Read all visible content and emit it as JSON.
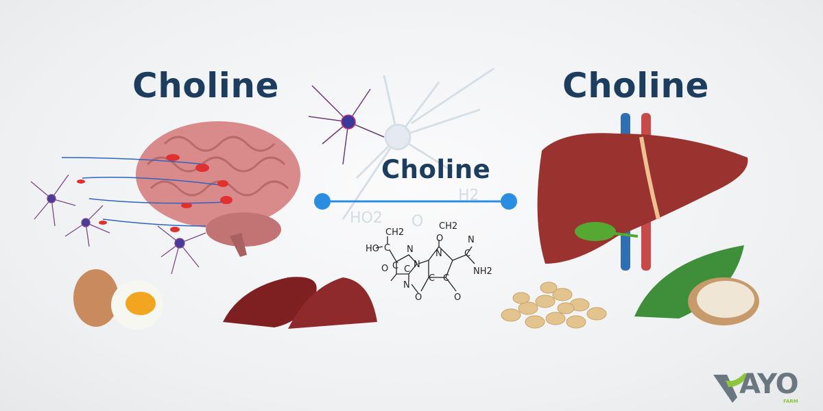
{
  "titles": {
    "left": "Choline",
    "right": "Choline",
    "middle": "Choline"
  },
  "molecule": {
    "ghost_labels": [
      "HO2",
      "O",
      "H2"
    ],
    "labels": [
      "CH2",
      "HO",
      "C",
      "N",
      "N",
      "O",
      "C",
      "C",
      "N",
      "O",
      "CH2",
      "O",
      "N",
      "N",
      "C",
      "NH2",
      "C",
      "C",
      "O"
    ]
  },
  "logo": {
    "name": "VAYO",
    "letters": "AYO",
    "sub": "FARM",
    "colors": {
      "grey": "#6b7780",
      "green": "#8cc63f"
    }
  },
  "colors": {
    "title": "#1c3d5e",
    "connector": "#2a8de0",
    "brain": "#d98b8b",
    "liver": "#9a3330"
  }
}
